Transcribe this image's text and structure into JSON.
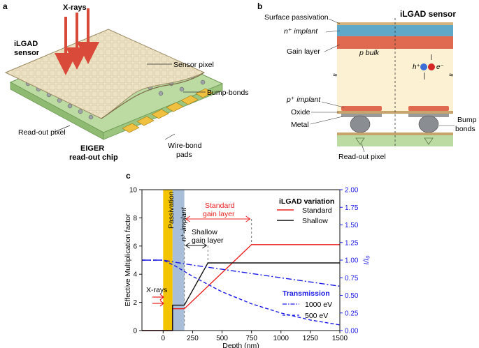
{
  "panel_a": {
    "letter": "a",
    "xrays_label": "X-rays",
    "sensor_label_1": "iLGAD",
    "sensor_label_2": "sensor",
    "sensor_pixel": "Sensor pixel",
    "bump_bonds": "Bump-bonds",
    "readout_pixel": "Read-out pixel",
    "chip_label_1": "EIGER",
    "chip_label_2": "read-out chip",
    "wirebond_1": "Wire-bond",
    "wirebond_2": "pads"
  },
  "panel_b": {
    "letter": "b",
    "title": "iLGAD sensor",
    "surface_passivation": "Surface passivation",
    "n_implant": "n⁺ implant",
    "gain_layer": "Gain layer",
    "p_bulk": "p bulk",
    "p_implant": "p⁺ implant",
    "oxide": "Oxide",
    "metal": "Metal",
    "bump_1": "Bump",
    "bump_2": "bonds",
    "readout_pixel": "Read-out pixel",
    "hole": "h⁺",
    "electron": "e⁻",
    "break_mark": "≈"
  },
  "panel_c": {
    "letter": "c",
    "passivation_label": "Passivation",
    "n_implant_label": "n⁺-implant",
    "standard_gain_1": "Standard",
    "standard_gain_2": "gain layer",
    "shallow_gain_1": "Shallow",
    "shallow_gain_2": "gain layer",
    "xrays": "X-rays",
    "legend_title": "iLGAD variation",
    "legend_standard": "Standard",
    "legend_shallow": "Shallow",
    "transmission_title": "Transmission",
    "legend_1000": "1000 eV",
    "legend_500": "500 eV",
    "colors": {
      "standard": "#e8201f",
      "shallow": "#111111",
      "transmission": "#1a1ae6",
      "passivation": "#f5c400",
      "n_implant": "#a9bfd9"
    }
  },
  "chart_data": {
    "type": "line",
    "xlabel": "Depth (nm)",
    "ylabel": "Effective Multiplication factor",
    "y2label": "I/I₀",
    "xlim": [
      -180,
      1500
    ],
    "ylim": [
      0,
      10
    ],
    "y2lim": [
      0,
      2
    ],
    "xticks": [
      "0",
      "250",
      "500",
      "750",
      "1000",
      "1250",
      "1500"
    ],
    "xtick_values": [
      0,
      250,
      500,
      750,
      1000,
      1250,
      1500
    ],
    "yticks": [
      "0",
      "2",
      "4",
      "6",
      "8",
      "10"
    ],
    "ytick_values": [
      0,
      2,
      4,
      6,
      8,
      10
    ],
    "y2ticks": [
      "0.00",
      "0.25",
      "0.50",
      "0.75",
      "1.00",
      "1.25",
      "1.50",
      "1.75",
      "2.00"
    ],
    "y2tick_values": [
      0,
      0.25,
      0.5,
      0.75,
      1.0,
      1.25,
      1.5,
      1.75,
      2.0
    ],
    "series": [
      {
        "name": "Standard",
        "axis": "left",
        "style": "solid",
        "color": "#e8201f",
        "x": [
          -180,
          0,
          0,
          80,
          80,
          180,
          750,
          1500
        ],
        "y": [
          0,
          0,
          0,
          0,
          1.55,
          1.55,
          6.1,
          6.1
        ]
      },
      {
        "name": "Shallow",
        "axis": "left",
        "style": "solid",
        "color": "#111111",
        "x": [
          -180,
          0,
          0,
          80,
          80,
          180,
          380,
          1500
        ],
        "y": [
          0,
          0,
          0,
          0,
          1.8,
          1.8,
          4.8,
          4.8
        ]
      },
      {
        "name": "1000 eV",
        "axis": "right",
        "style": "dashdot",
        "color": "#1a1ae6",
        "x": [
          -180,
          0,
          100,
          250,
          500,
          750,
          1000,
          1250,
          1500
        ],
        "y": [
          1.0,
          1.0,
          0.97,
          0.93,
          0.87,
          0.81,
          0.75,
          0.69,
          0.63
        ]
      },
      {
        "name": "500 eV",
        "axis": "right",
        "style": "dashed",
        "color": "#1a1ae6",
        "x": [
          -180,
          0,
          100,
          250,
          500,
          750,
          1000,
          1250,
          1500
        ],
        "y": [
          1.0,
          1.0,
          0.92,
          0.77,
          0.55,
          0.38,
          0.25,
          0.15,
          0.08
        ]
      }
    ],
    "bands": [
      {
        "label": "Passivation",
        "x0": 0,
        "x1": 80
      },
      {
        "label": "n⁺-implant",
        "x0": 80,
        "x1": 180
      }
    ],
    "grid": false,
    "legend": "top-right"
  }
}
